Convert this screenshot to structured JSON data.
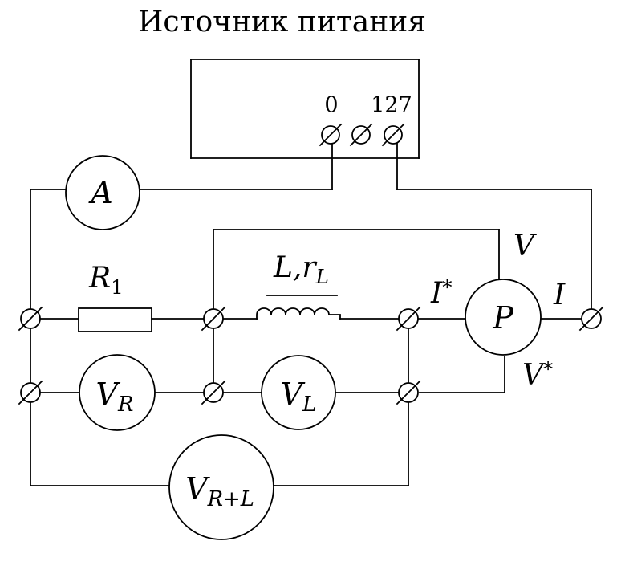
{
  "title": "Источник питания",
  "source": {
    "terminal_left": "0",
    "terminal_right": "127"
  },
  "ammeter": {
    "symbol": "A"
  },
  "resistor": {
    "symbol": "R",
    "sub": "1"
  },
  "inductor": {
    "label": "L,",
    "r_symbol": "r",
    "r_sub": "L"
  },
  "wattmeter": {
    "symbol": "P",
    "current_star": {
      "symbol": "I",
      "sup": "*"
    },
    "current": {
      "symbol": "I"
    },
    "voltage": {
      "symbol": "V"
    },
    "voltage_star": {
      "symbol": "V",
      "sup": "*"
    }
  },
  "voltmeter_r": {
    "symbol": "V",
    "sub": "R"
  },
  "voltmeter_l": {
    "symbol": "V",
    "sub": "L"
  },
  "voltmeter_rl": {
    "symbol": "V",
    "sub": "R+L"
  }
}
